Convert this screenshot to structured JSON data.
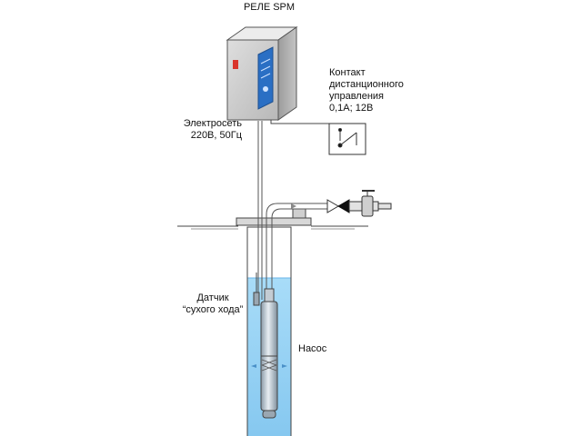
{
  "labels": {
    "relay_title": "РЕЛЕ SPM",
    "remote_contact_line1": "Контакт",
    "remote_contact_line2": "дистанционного",
    "remote_contact_line3": "управления",
    "remote_contact_line4": "0,1А; 12В",
    "power_line1": "Электросеть",
    "power_line2": "220В, 50Гц",
    "sensor_line1": "Датчик",
    "sensor_line2": "“сухого хода”",
    "pump_label": "Насос"
  },
  "colors": {
    "water": "#9fd6f7",
    "water_edge": "#6ab6e8",
    "box_top": "#e6e6e6",
    "box_front": "#c9c9c9",
    "box_side": "#a8a8a8",
    "panel_blue": "#2a6fc4",
    "indicator_red": "#d9342b",
    "line": "#333333"
  },
  "icons": {
    "relay_box": "relay-box-icon",
    "switch": "switch-icon",
    "valve": "check-valve-icon",
    "tap": "tap-icon",
    "pump": "submersible-pump-icon",
    "sensor": "dry-run-sensor-icon"
  }
}
